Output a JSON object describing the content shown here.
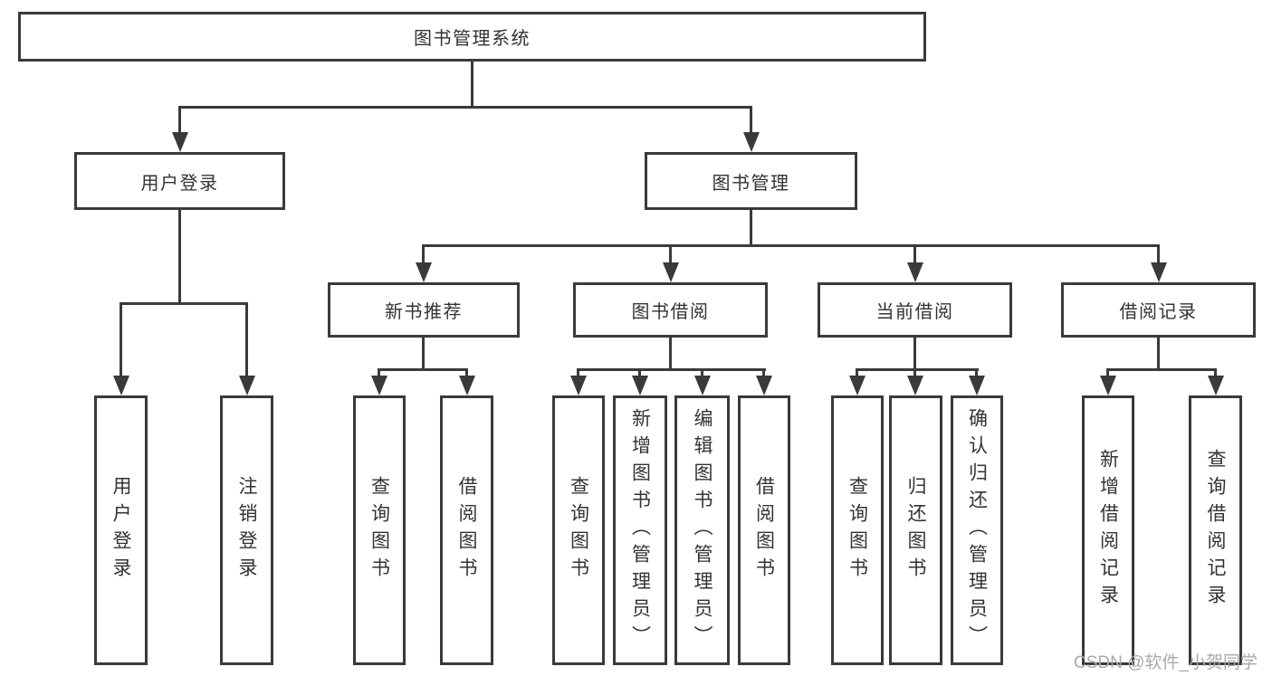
{
  "title": "图书管理系统",
  "watermark": "CSDN @软件_小贺同学",
  "colors": {
    "line": "#3a3a3a",
    "text": "#333333",
    "watermark": "#a9a9a9",
    "background": "#ffffff"
  },
  "tree": {
    "root": "图书管理系统",
    "level2": [
      {
        "label": "用户登录"
      },
      {
        "label": "图书管理"
      }
    ],
    "level3": [
      {
        "label": "新书推荐",
        "parent": "图书管理"
      },
      {
        "label": "图书借阅",
        "parent": "图书管理"
      },
      {
        "label": "当前借阅",
        "parent": "图书管理"
      },
      {
        "label": "借阅记录",
        "parent": "图书管理"
      }
    ],
    "leaves": {
      "user_login": [
        "用户登录",
        "注销登录"
      ],
      "new_book_recommend": [
        "查询图书",
        "借阅图书"
      ],
      "book_borrow": [
        "查询图书",
        "新增图书（管理员）",
        "编辑图书（管理员）",
        "借阅图书"
      ],
      "current_borrow": [
        "查询图书",
        "归还图书",
        "确认归还（管理员）"
      ],
      "borrow_records": [
        "新增借阅记录",
        "查询借阅记录"
      ]
    }
  }
}
